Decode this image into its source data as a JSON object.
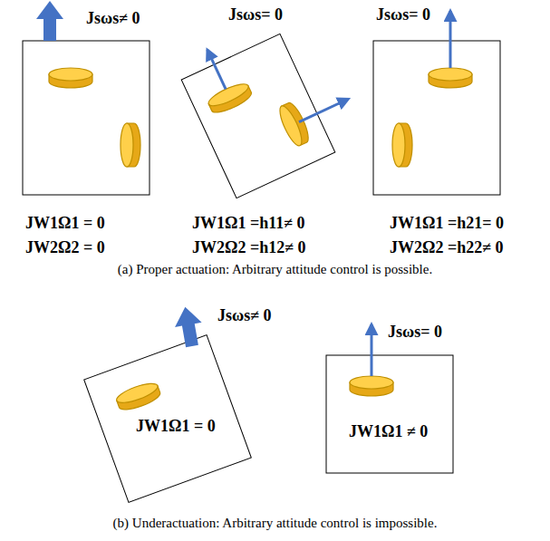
{
  "diagram": {
    "labels": [
      "Jsωs≠ 0",
      "Jsωs= 0",
      "Jsωs= 0",
      "JW1Ω1 = 0",
      "JW2Ω2 = 0",
      "JW1Ω1 =h11≠ 0",
      "JW2Ω2 =h12≠ 0",
      "JW1Ω1 =h21= 0",
      "JW2Ω2 =h22≠ 0",
      "(a) Proper actuation: Arbitrary attitude control is possible.",
      "Jsωs≠ 0",
      "Jsωs= 0",
      "JW1Ω1 = 0",
      "JW1Ω1 ≠ 0",
      "(b) Underactuation: Arbitrary attitude control is impossible."
    ]
  }
}
